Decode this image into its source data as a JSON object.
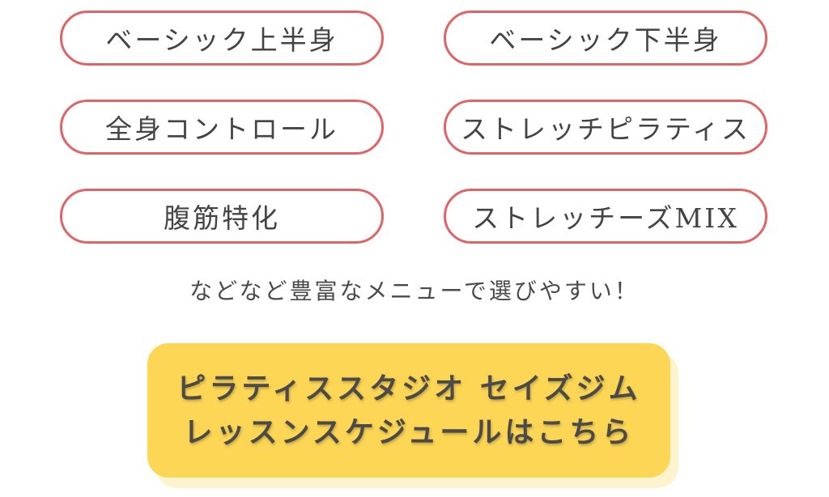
{
  "menu": {
    "items": [
      {
        "label": "ベーシック上半身"
      },
      {
        "label": "ベーシック下半身"
      },
      {
        "label": "全身コントロール"
      },
      {
        "label": "ストレッチピラティス"
      },
      {
        "label": "腹筋特化"
      },
      {
        "label": "ストレッチーズMIX"
      }
    ]
  },
  "tagline": "などなど豊富なメニューで選びやすい！",
  "cta": {
    "line1": "ピラティススタジオ セイズジム",
    "line2": "レッスンスケジュールはこちら"
  },
  "colors": {
    "pill_border": "#e06466",
    "text": "#444444",
    "cta_background": "#fdd655",
    "cta_shadow": "#fdf3cd"
  }
}
